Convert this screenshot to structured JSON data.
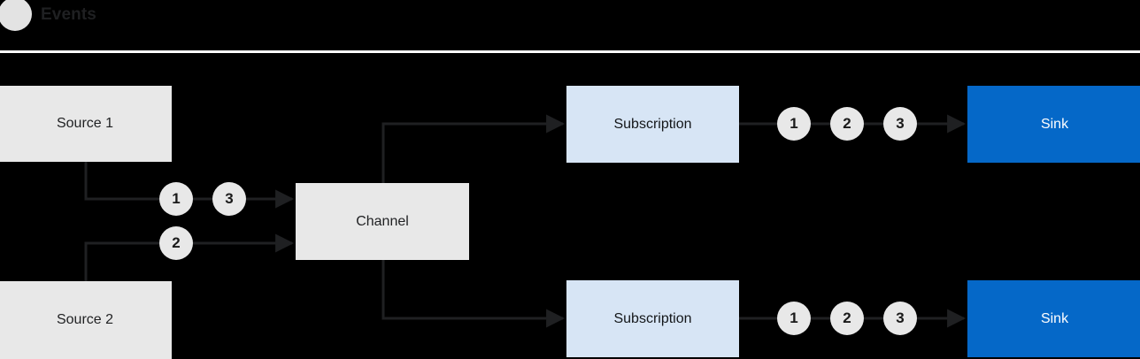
{
  "header": {
    "dot_icon": "circle-icon",
    "title": "Events",
    "divider_color": "#ffffff"
  },
  "palette": {
    "background": "#000000",
    "node_gray": "#e8e8e8",
    "node_blue_light": "#d7e5f5",
    "node_blue": "#0568c8",
    "wire": "#1f2022",
    "text_dark": "#1f2022",
    "text_light": "#ffffff"
  },
  "nodes": {
    "source1": {
      "label": "Source 1",
      "kind": "gray"
    },
    "source2": {
      "label": "Source 2",
      "kind": "gray"
    },
    "channel": {
      "label": "Channel",
      "kind": "gray"
    },
    "subscription_top": {
      "label": "Subscription",
      "kind": "blue-light"
    },
    "subscription_bottom": {
      "label": "Subscription",
      "kind": "blue-light"
    },
    "sink_top": {
      "label": "Sink",
      "kind": "blue"
    },
    "sink_bottom": {
      "label": "Sink",
      "kind": "blue"
    }
  },
  "tokens": {
    "source1_to_channel": [
      "1",
      "3"
    ],
    "source2_to_channel": [
      "2"
    ],
    "subscription_top_to_sink": [
      "1",
      "2",
      "3"
    ],
    "subscription_bottom_to_sink": [
      "1",
      "2",
      "3"
    ]
  }
}
